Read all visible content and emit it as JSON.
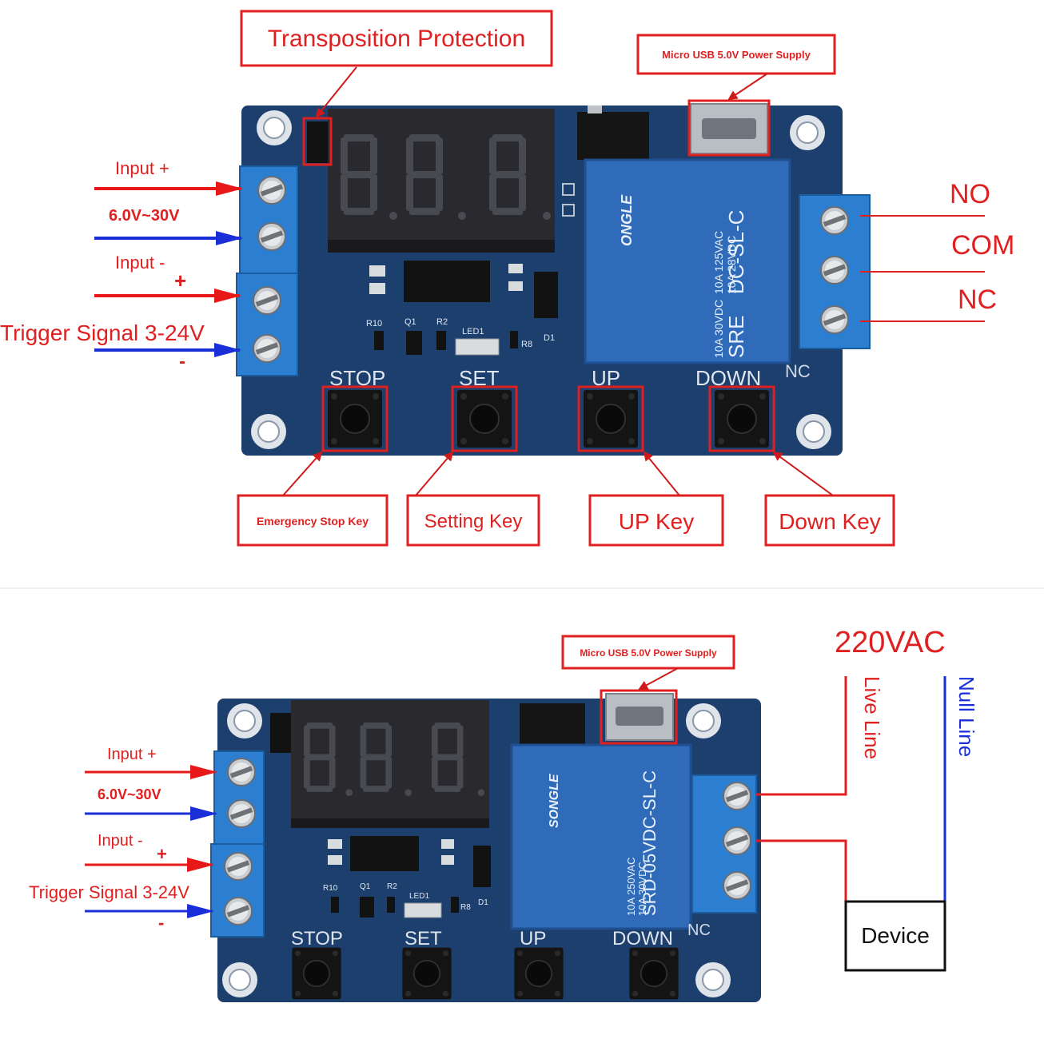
{
  "top": {
    "callouts": {
      "transposition": "Transposition Protection",
      "usb": "Micro USB 5.0V Power Supply",
      "stop_key": "Emergency Stop Key",
      "set_key": "Setting Key",
      "up_key": "UP Key",
      "down_key": "Down Key"
    },
    "left_labels": {
      "input_plus": "Input +",
      "voltage": "6.0V~30V",
      "input_minus": "Input -",
      "plus": "+",
      "trigger": "Trigger Signal 3-24V",
      "minus": "-"
    },
    "right_labels": {
      "no": "NO",
      "com": "COM",
      "nc": "NC"
    },
    "board": {
      "display": "888",
      "buttons": [
        "STOP",
        "SET",
        "UP",
        "DOWN"
      ],
      "nc_mark": "NC",
      "relay_brand": "ONGLE",
      "relay_model": "DC-SL-C",
      "relay_rating1": "10A 125VAC",
      "relay_rating2": "10A 28VDC",
      "relay_rating3": "10A 30VDC",
      "relay_sre": "SRE",
      "silk_r10": "R10",
      "silk_q1": "Q1",
      "silk_r2": "R2",
      "silk_led1": "LED1",
      "silk_r8": "R8",
      "silk_d1": "D1"
    }
  },
  "bottom": {
    "usb": "Micro USB 5.0V Power Supply",
    "mains": "220VAC",
    "live": "Live Line",
    "null": "Null Line",
    "device": "Device",
    "left_labels": {
      "input_plus": "Input +",
      "voltage": "6.0V~30V",
      "input_minus": "Input -",
      "plus": "+",
      "trigger": "Trigger Signal 3-24V",
      "minus": "-"
    },
    "board": {
      "display": "888",
      "buttons": [
        "STOP",
        "SET",
        "UP",
        "DOWN"
      ],
      "nc_mark": "NC",
      "relay_brand": "SONGLE",
      "relay_model": "SRD-05VDC-SL-C",
      "relay_rating1": "10A 250VAC",
      "relay_rating2": "10A 30VDC",
      "silk_r10": "R10",
      "silk_q1": "Q1",
      "silk_r2": "R2",
      "silk_led1": "LED1",
      "silk_r8": "R8",
      "silk_d1": "D1"
    }
  },
  "colors": {
    "board": "#1d3f6e",
    "relay": "#2f6bb8",
    "terminal": "#2c7fd0",
    "callout": "#e02020",
    "arrow_red": "#e81818",
    "arrow_blue": "#1a2fd8",
    "display": "#2a2a2e",
    "segment": "#444448"
  }
}
